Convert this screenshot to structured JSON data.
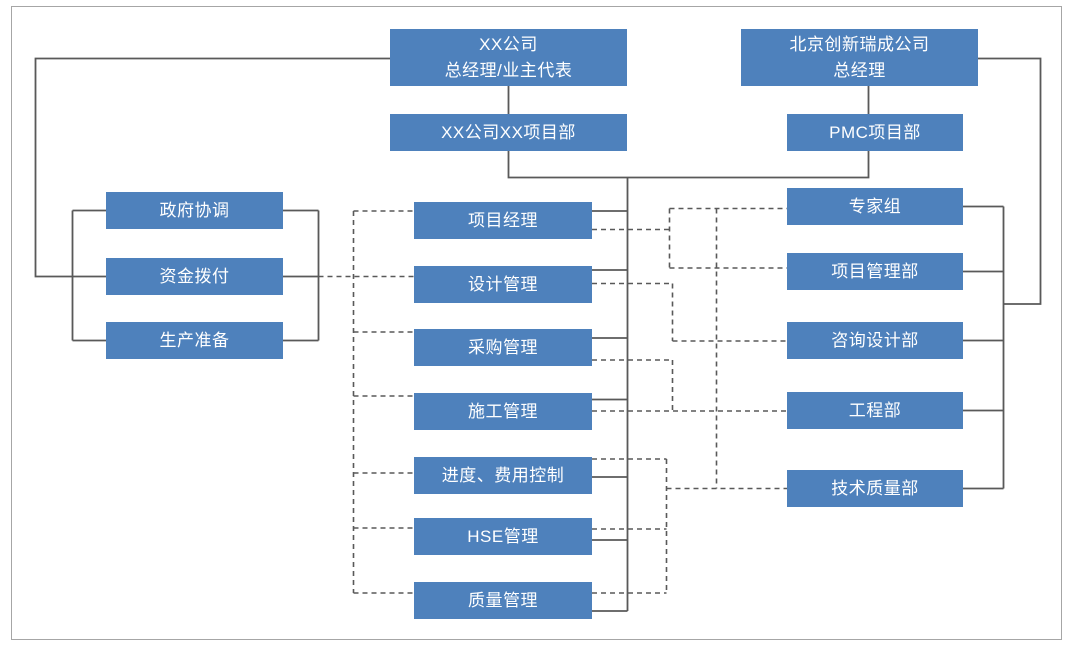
{
  "diagram": {
    "owner_column": {
      "gm": {
        "line1": "XX公司",
        "line2": "总经理/业主代表"
      },
      "project_dept": "XX公司XX项目部"
    },
    "pmc_column": {
      "gm": {
        "line1": "北京创新瑞成公司",
        "line2": "总经理"
      },
      "project_dept": "PMC项目部"
    },
    "owner_support_nodes": [
      "政府协调",
      "资金拨付",
      "生产准备"
    ],
    "project_function_nodes": [
      "项目经理",
      "设计管理",
      "采购管理",
      "施工管理",
      "进度、费用控制",
      "HSE管理",
      "质量管理"
    ],
    "pmc_department_nodes": [
      "专家组",
      "项目管理部",
      "咨询设计部",
      "工程部",
      "技术质量部"
    ],
    "colors": {
      "node_fill": "#4E81BC",
      "node_text": "#FFFFFF",
      "connector": "#595959",
      "border": "#A6A6A6"
    }
  }
}
